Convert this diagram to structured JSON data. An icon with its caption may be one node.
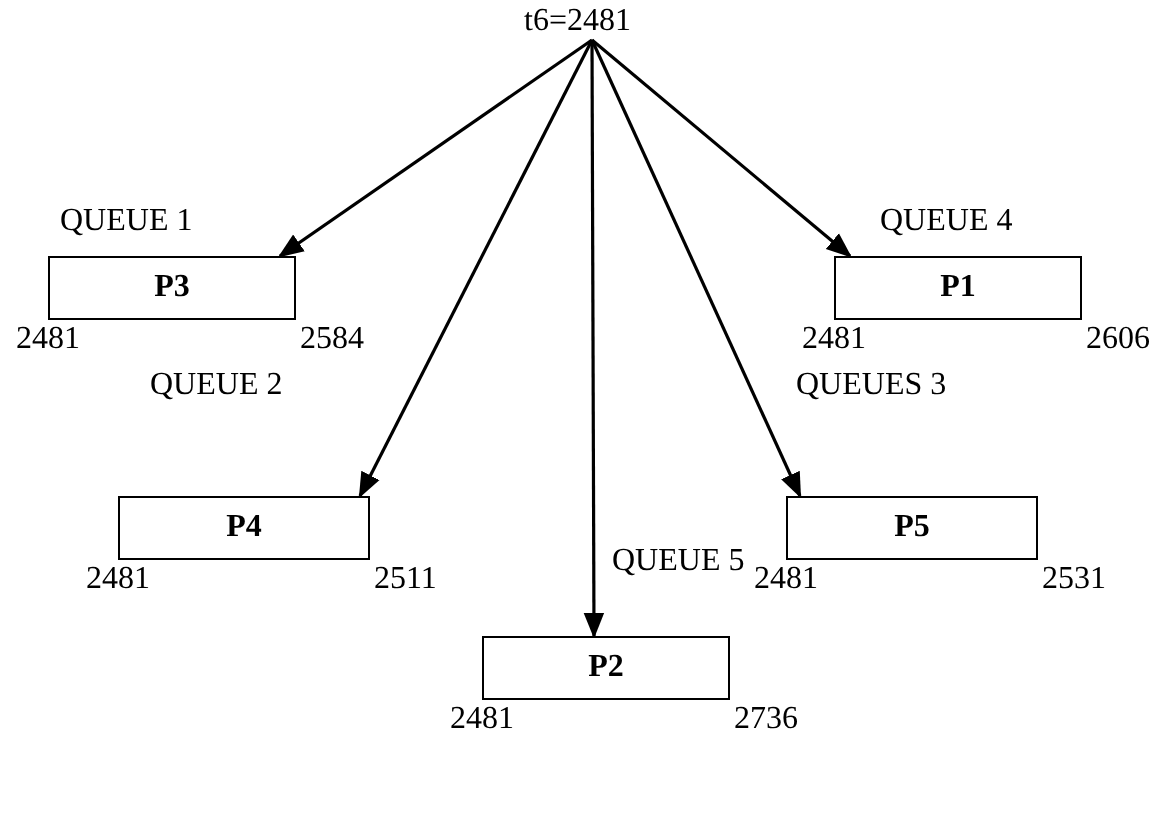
{
  "diagram": {
    "nodes": [
      {
        "text": [
          "t6=2481"
        ]
      },
      {
        "text": [
          "QUEUE 1",
          "P3"
        ],
        "beside": [
          "2481",
          "2584"
        ]
      },
      {
        "text": [
          "QUEUE 4",
          "P1"
        ],
        "beside": [
          "2481",
          "2606"
        ]
      },
      {
        "text": [
          "QUEUE 2",
          "P4"
        ],
        "beside": [
          "2481",
          "2511"
        ]
      },
      {
        "text": [
          "QUEUES 3",
          "P5"
        ],
        "beside": [
          "2481",
          "2531"
        ]
      },
      {
        "text": [
          "QUEUE 5",
          "P2"
        ],
        "beside": [
          "2481",
          "2736"
        ]
      }
    ],
    "edges": [
      {
        "from": 0,
        "to": 1,
        "arrow": "to"
      },
      {
        "from": 0,
        "to": 2,
        "arrow": "to"
      },
      {
        "from": 0,
        "to": 3,
        "arrow": "to"
      },
      {
        "from": 0,
        "to": 4,
        "arrow": "to"
      },
      {
        "from": 0,
        "to": 5,
        "arrow": "to"
      }
    ]
  }
}
